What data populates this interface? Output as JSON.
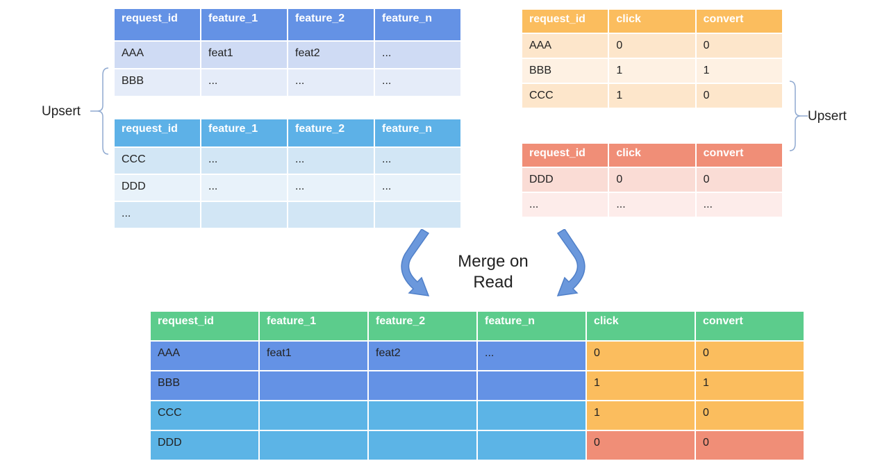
{
  "features_table_1": {
    "headers": [
      "request_id",
      "feature_1",
      "feature_2",
      "feature_n"
    ],
    "rows": [
      [
        "AAA",
        "feat1",
        "feat2",
        "..."
      ],
      [
        "BBB",
        "...",
        "...",
        "..."
      ]
    ]
  },
  "features_table_2": {
    "headers": [
      "request_id",
      "feature_1",
      "feature_2",
      "feature_n"
    ],
    "rows": [
      [
        "CCC",
        "...",
        "...",
        "..."
      ],
      [
        "DDD",
        "...",
        "...",
        "..."
      ],
      [
        "...",
        "",
        "",
        ""
      ]
    ]
  },
  "labels_table_1": {
    "headers": [
      "request_id",
      "click",
      "convert"
    ],
    "rows": [
      [
        "AAA",
        "0",
        "0"
      ],
      [
        "BBB",
        "1",
        "1"
      ],
      [
        "CCC",
        "1",
        "0"
      ]
    ]
  },
  "labels_table_2": {
    "headers": [
      "request_id",
      "click",
      "convert"
    ],
    "rows": [
      [
        "DDD",
        "0",
        "0"
      ],
      [
        "...",
        "...",
        "..."
      ]
    ]
  },
  "merged_table": {
    "headers": [
      "request_id",
      "feature_1",
      "feature_2",
      "feature_n",
      "click",
      "convert"
    ],
    "rows": [
      [
        "AAA",
        "feat1",
        "feat2",
        "...",
        "0",
        "0"
      ],
      [
        "BBB",
        "",
        "",
        "",
        "1",
        "1"
      ],
      [
        "CCC",
        "",
        "",
        "",
        "1",
        "0"
      ],
      [
        "DDD",
        "",
        "",
        "",
        "0",
        "0"
      ]
    ]
  },
  "annotations": {
    "upsert_left": "Upsert",
    "upsert_right": "Upsert",
    "merge_line1": "Merge on",
    "merge_line2": "Read"
  },
  "colors": {
    "features_header_1": "#6492e5",
    "features_header_2": "#5db1e7",
    "labels_header_1": "#fbbd5e",
    "labels_header_2": "#f08e77",
    "merged_header": "#5ccc8c",
    "arrow": "#6b98dc"
  }
}
